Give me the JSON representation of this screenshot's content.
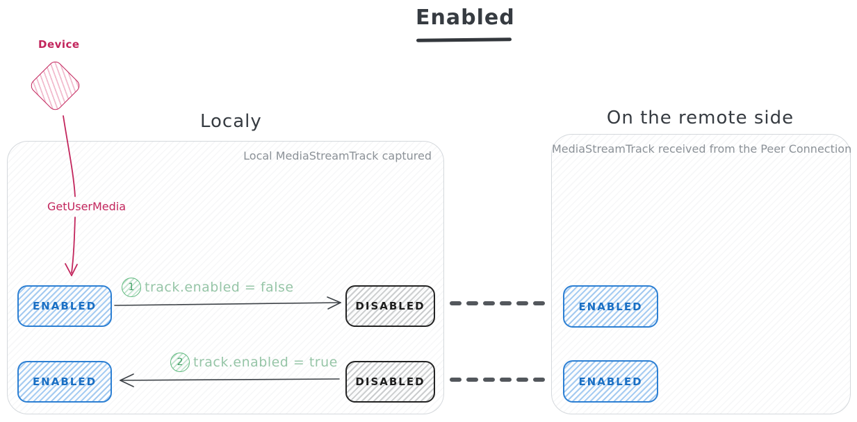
{
  "title": "Enabled",
  "device": {
    "label": "Device",
    "action": "GetUserMedia"
  },
  "local": {
    "heading": "Localy",
    "caption": "Local MediaStreamTrack captured",
    "rows": [
      {
        "from": "ENABLED",
        "step": "1",
        "action": "track.enabled = false",
        "to": "DISABLED",
        "direction": "right"
      },
      {
        "from": "ENABLED",
        "step": "2",
        "action": "track.enabled = true",
        "to": "DISABLED",
        "direction": "left"
      }
    ]
  },
  "remote": {
    "heading": "On the remote side",
    "caption": "MediaStreamTrack received from the Peer Connection",
    "states": [
      "ENABLED",
      "ENABLED"
    ]
  },
  "colors": {
    "crimson": "#c2255c",
    "blue_text": "#1a6fc4",
    "blue_border": "#2c7fd3",
    "green_text": "#96c5a7",
    "green_border": "#5cb87c",
    "dark": "#1e1e1e",
    "caption_gray": "#8b9197",
    "connector_gray": "#53575c"
  }
}
